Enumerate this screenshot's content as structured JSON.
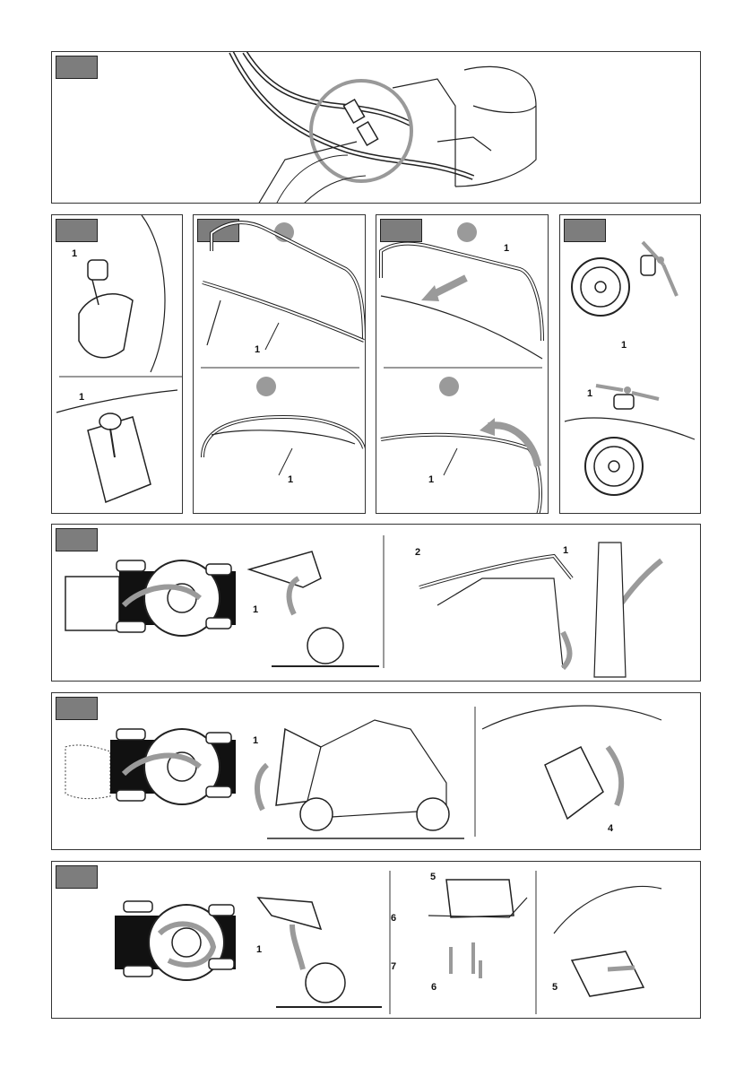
{
  "labels": {
    "one": "1",
    "two": "2",
    "four": "4",
    "five": "5",
    "six": "6",
    "seven": "7"
  },
  "colors": {
    "tab_gray": "#7d7d7d",
    "arrow_gray": "#9a9a9a",
    "line": "#222222"
  },
  "icons": {
    "cable_connector": "cable-connector-icon",
    "grass_mark": "grass-height-icon"
  }
}
